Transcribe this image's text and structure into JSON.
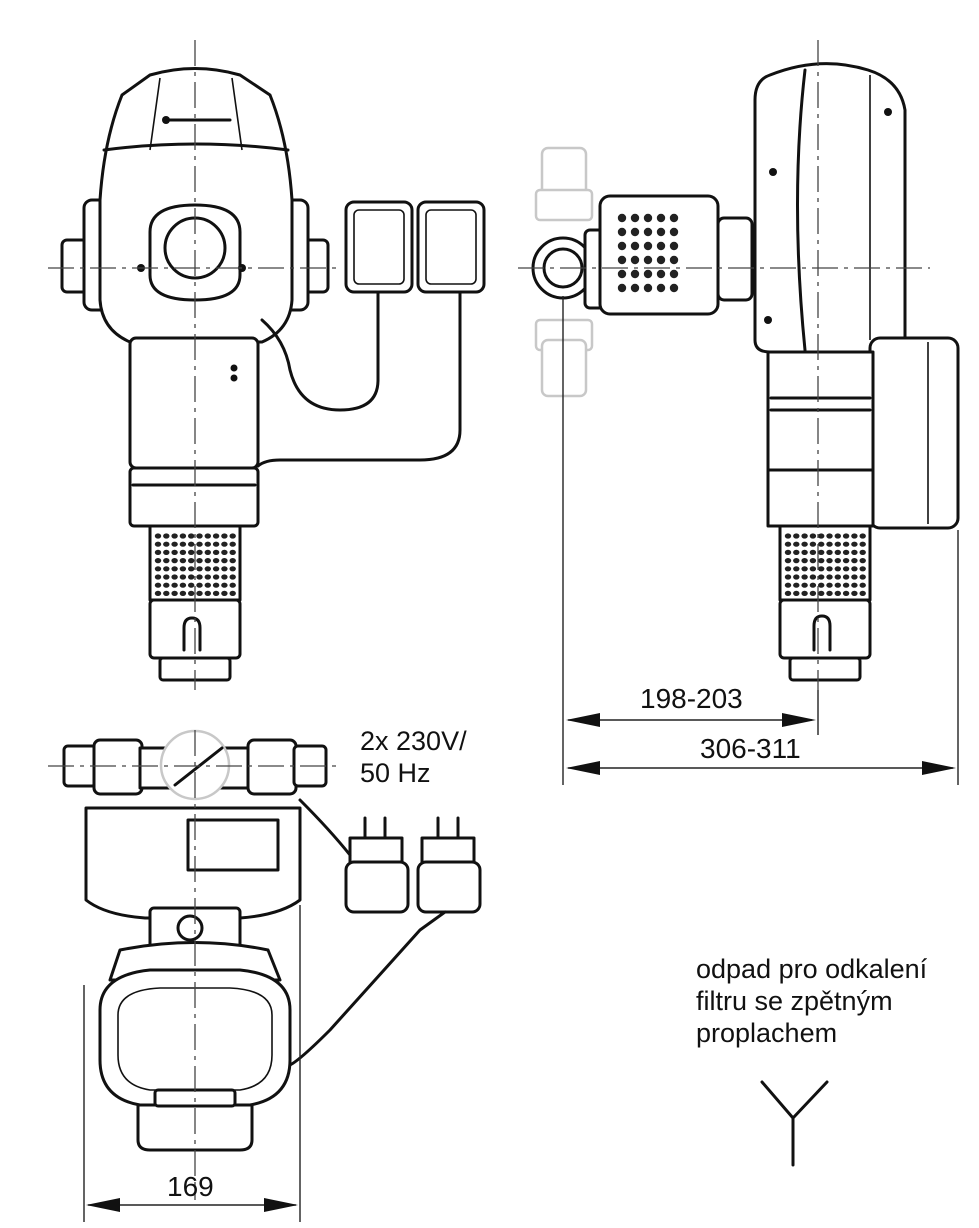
{
  "dimensions": {
    "offset": "198-203",
    "depth": "306-311",
    "width": "169"
  },
  "power": {
    "line1": "2x 230V/",
    "line2": "50 Hz"
  },
  "drain_note": {
    "line1": "odpad pro odkalení",
    "line2": "filtru se zpětným",
    "line3": "proplachem"
  }
}
